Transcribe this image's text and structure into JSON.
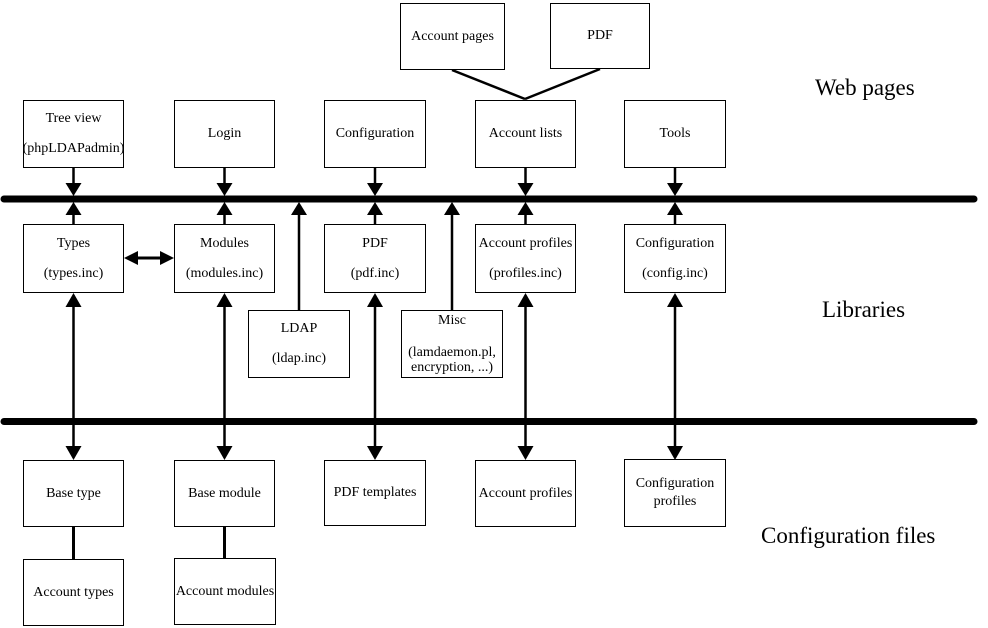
{
  "colors": {
    "ink": "#000000",
    "background": "#ffffff"
  },
  "section_labels": {
    "web_pages": "Web pages",
    "libraries": "Libraries",
    "configuration_files": "Configuration files"
  },
  "boxes": {
    "account_pages": {
      "lines": [
        "Account pages"
      ]
    },
    "pdf_page": {
      "lines": [
        "PDF"
      ]
    },
    "tree_view": {
      "lines": [
        "Tree view",
        "(phpLDAPadmin)"
      ]
    },
    "login": {
      "lines": [
        "Login"
      ]
    },
    "configuration_page": {
      "lines": [
        "Configuration"
      ]
    },
    "account_lists": {
      "lines": [
        "Account lists"
      ]
    },
    "tools": {
      "lines": [
        "Tools"
      ]
    },
    "types": {
      "lines": [
        "Types",
        "(types.inc)"
      ]
    },
    "modules": {
      "lines": [
        "Modules",
        "(modules.inc)"
      ]
    },
    "pdf_lib": {
      "lines": [
        "PDF",
        "(pdf.inc)"
      ]
    },
    "account_profiles_lib": {
      "lines": [
        "Account profiles",
        "(profiles.inc)"
      ]
    },
    "configuration_lib": {
      "lines": [
        "Configuration",
        "(config.inc)"
      ]
    },
    "ldap": {
      "lines": [
        "LDAP",
        "(ldap.inc)"
      ]
    },
    "misc": {
      "lines": [
        "Misc",
        "(lamdaemon.pl,",
        "encryption, ...)"
      ]
    },
    "base_type": {
      "lines": [
        "Base type"
      ]
    },
    "base_module": {
      "lines": [
        "Base module"
      ]
    },
    "pdf_templates": {
      "lines": [
        "PDF templates"
      ]
    },
    "account_profiles_files": {
      "lines": [
        "Account profiles"
      ]
    },
    "configuration_profiles": {
      "lines": [
        "Configuration",
        "profiles"
      ]
    },
    "account_types": {
      "lines": [
        "Account types"
      ]
    },
    "account_modules": {
      "lines": [
        "Account modules"
      ]
    }
  }
}
